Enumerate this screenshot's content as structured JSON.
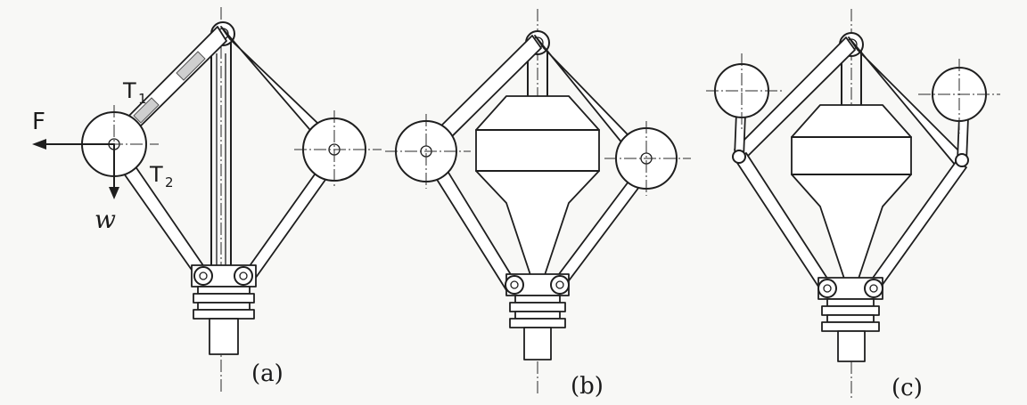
{
  "figure": {
    "panels": [
      {
        "id": "a",
        "caption": "(a)"
      },
      {
        "id": "b",
        "caption": "(b)"
      },
      {
        "id": "c",
        "caption": "(c)"
      }
    ],
    "labels": {
      "force": "F",
      "tension_1": "T",
      "tension_1_sub": "1",
      "tension_2": "T",
      "tension_2_sub": "2",
      "weight": "w"
    },
    "colors": {
      "ink": "#1e1e1e",
      "paper": "#f8f8f6"
    }
  }
}
